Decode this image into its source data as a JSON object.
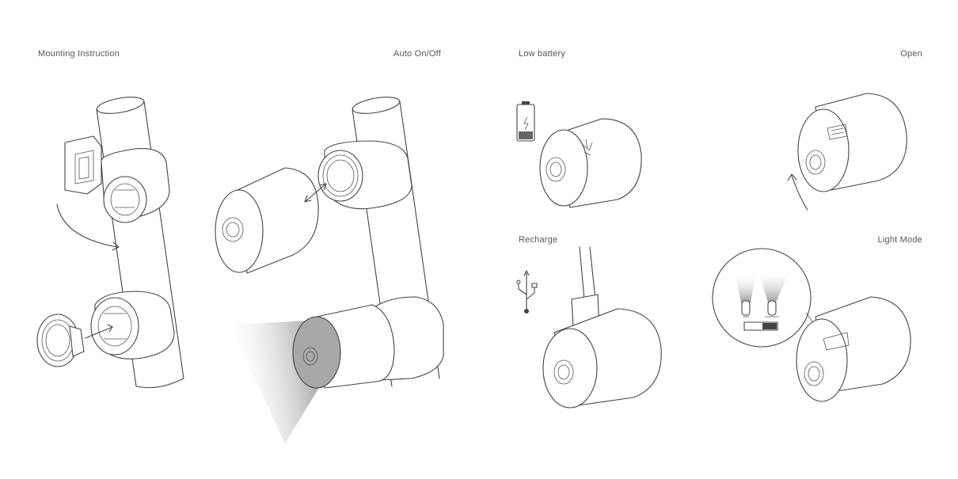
{
  "labels": {
    "mounting": "Mounting Instruction",
    "auto": "Auto On/Off",
    "low_battery": "Low battery",
    "open": "Open",
    "recharge": "Recharge",
    "light_mode": "Light Mode"
  },
  "colors": {
    "line": "#444444",
    "text": "#555555",
    "beam": "#9a9a9a"
  }
}
